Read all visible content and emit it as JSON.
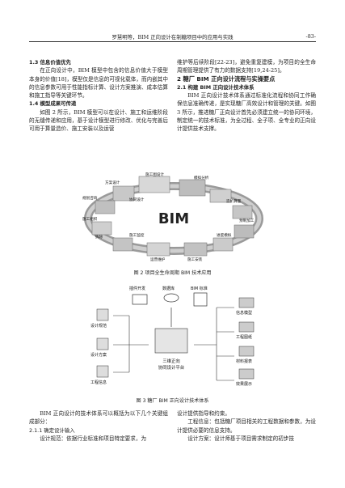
{
  "header": {
    "title": "罗慧明等，BIM 正向设计在制糖项目中的应用与实践",
    "page": "-83-"
  },
  "left": {
    "s13_title": "1.3  信息价值优先",
    "s13_p1": "在正向设计中，BIM 模型中包含的信息价值大于模型本身的价值[18]，模型仅是信息的可视化载体，而内嵌其中的信息参数可用于性能指标计算、设计方案推演、成本估算和施工指导等关键环节。",
    "s14_title": "1.4  模型成果可传递",
    "s14_p1": "如图 2 所示，BIM 模型可以在设计、施工和运维阶段的无缝传递和应用，基于设计模型进行修改、优化与完善后可用于算量造价、施工安装以及运营"
  },
  "right": {
    "p_cont": "维护等后续阶段[22-23]，避免重复建模，为项目的全生命周期管理提供了有力的数据支持[19,24-25]。",
    "s2_title": "2  糖厂 BIM 正向设计流程与实操要点",
    "s21_title": "2.1  构建 BIM 正向设计技术体系",
    "s21_p1": "BIM 正向设计技术体系通过标准化流程和协同工作确保信息准确传递，是实现糖厂高效设计和管理的关键。如图 3 所示，推进糖厂正向设计首先必须建立统一的协同环境，制定统一的技术标准，为全过程、全子项、全专业的正向设计提供技术支撑。"
  },
  "fig2": {
    "center_label": "BIM",
    "stages": [
      "施工图设计",
      "方案设计",
      "模拟分析",
      "规划咨询",
      "协同设计",
      "造价算量",
      "施工组织",
      "预制加工",
      "施工监控",
      "拆除",
      "施工安装",
      "运营维护",
      "进度模拟"
    ],
    "caption": "图 2   项目全生命周期 BIM 技术应用"
  },
  "fig3": {
    "top_labels": [
      "插件开发",
      "数据库",
      "BIM 标准"
    ],
    "left_labels": [
      "设计规范",
      "设计方案",
      "工程信息"
    ],
    "right_labels": [
      "信息模型",
      "工程图纸",
      "材料报表",
      "效果展示"
    ],
    "center_line1": "三维正向",
    "center_line2": "协同设计平台",
    "caption": "图 3   糖厂 BIM 正向设计技术体系"
  },
  "bottom_left": {
    "p1": "BIM 正向设计的技术体系可以概括为以下几个关键组成部分：",
    "s211": "2.1.1  确定设计输入",
    "p2": "设计规范：依据行业标准和项目特定要求，为"
  },
  "bottom_right": {
    "p1": "设计提供指导和约束。",
    "p2": "工程信息：包括糖厂项目相关的工程数据和参数，为设计提供必要的信息支持。",
    "p3": "设计方案：设计师基于项目需求制定的初步技"
  }
}
